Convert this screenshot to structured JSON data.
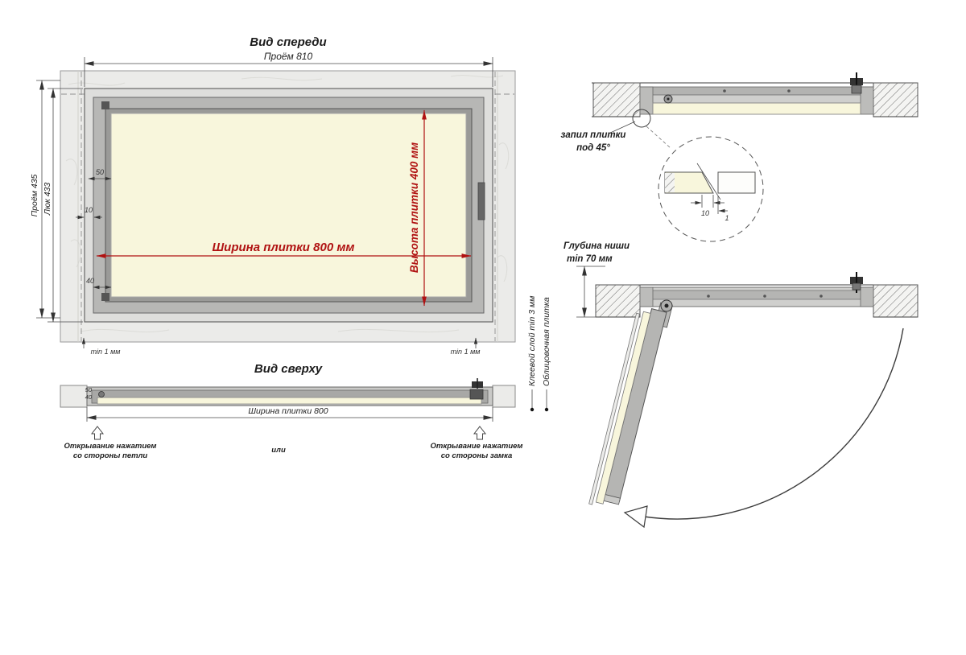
{
  "drawing": {
    "front_view": {
      "title": "Вид спереди",
      "dims": {
        "opening_width": "Проём 810",
        "opening_height": "Проём 435",
        "hatch_height": "Люк 433",
        "tile_width": "Ширина плитки 800 мм",
        "tile_height": "Высота плитки 400 мм",
        "d50": "50",
        "d10": "10",
        "d40": "40",
        "min_gap_left": "min 1 мм",
        "min_gap_right": "min 1 мм"
      }
    },
    "top_view": {
      "title": "Вид сверху",
      "dims": {
        "tile_width": "Ширина плитки 800",
        "d50": "50",
        "d40": "40"
      },
      "labels": {
        "open_hinge_line1": "Открывание нажатием",
        "open_hinge_line2": "со стороны петли",
        "or": "или",
        "open_lock_line1": "Открывание нажатием",
        "open_lock_line2": "со стороны замка",
        "glue_layer": "Клеевой слой min 3 мм",
        "facing_tile": "Облицовочная плитка"
      }
    },
    "section_detail": {
      "label_line1": "запил плитки",
      "label_line2": "под 45°",
      "dims": {
        "d10": "10",
        "d1": "1"
      }
    },
    "open_view": {
      "label_line1": "Глубина ниши",
      "label_line2": "min 70 мм"
    },
    "colors": {
      "dimension_red": "#b01212",
      "tile_cream": "#f8f6dc",
      "frame_gray": "#b5b5b3",
      "wall_gray": "#ebebe9"
    }
  }
}
